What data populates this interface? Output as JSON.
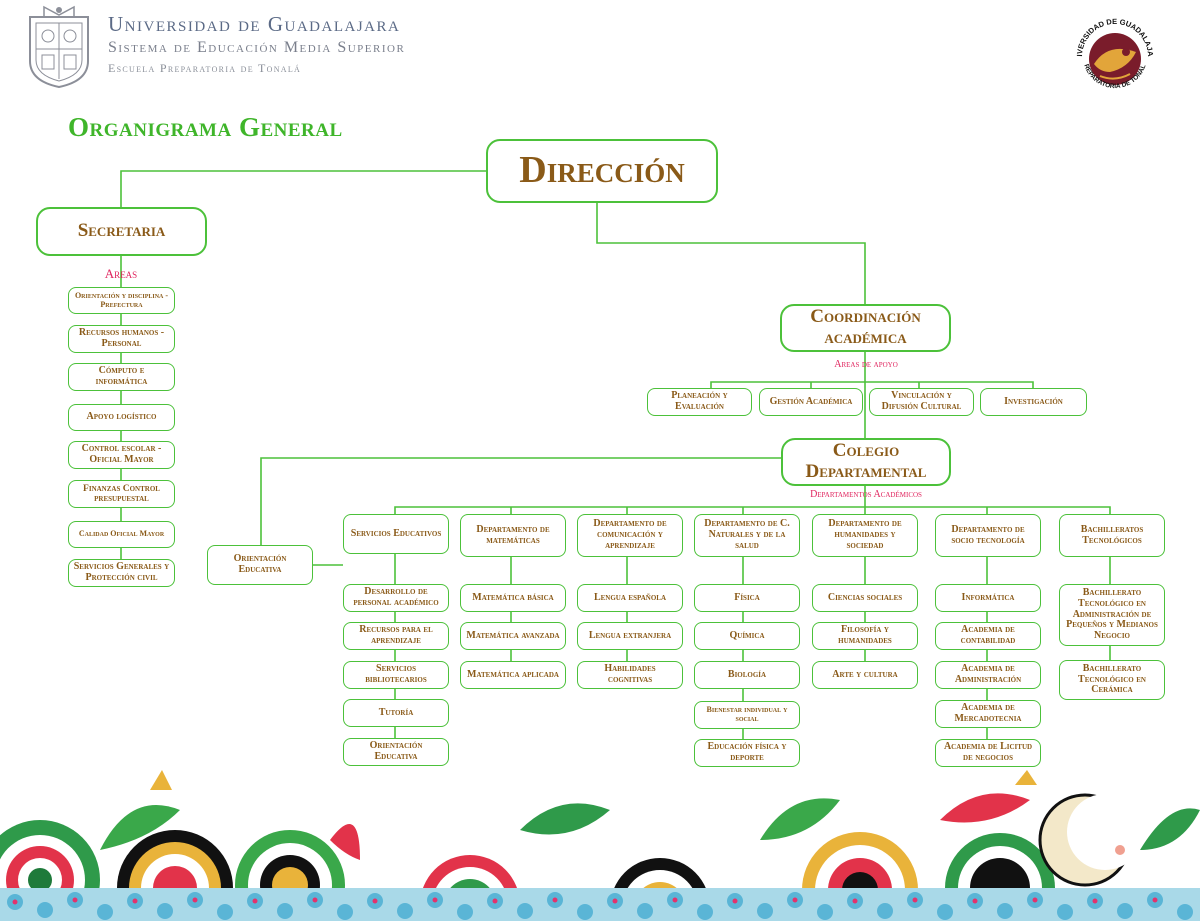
{
  "header": {
    "university": "Universidad de Guadalajara",
    "system": "Sistema de Educación Media Superior",
    "school": "Escuela Preparatoria de Tonalá",
    "seal_top_text": "UNIVERSIDAD DE GUADALAJARA",
    "seal_bottom_text": "PREPARATORIA DE TONALÁ"
  },
  "title": "Organigrama General",
  "direccion": "Dirección",
  "secretaria": {
    "label": "Secretaria",
    "areas_label": "Areas",
    "areas": [
      "Orientación y disciplina - Prefectura",
      "Recursos humanos - Personal",
      "Cómputo e informática",
      "Apoyo logístico",
      "Control escolar - Oficial Mayor",
      "Finanzas Control presupuestal",
      "Calidad Oficial Mayor",
      "Servicios Generales y Protección civil"
    ]
  },
  "coordinacion": {
    "label": "Coordinación académica",
    "support_label": "Areas de apoyo",
    "support_areas": [
      "Planeación y Evaluación",
      "Gestión Académica",
      "Vinculación y Difusión Cultural",
      "Investigación"
    ]
  },
  "colegio": {
    "label": "Colegio Departamental",
    "departments_label": "Departamentos Académicos",
    "orientacion": "Orientación Educativa",
    "departments": [
      {
        "name": "Servicios Educativos",
        "items": [
          "Desarrollo de personal académico",
          "Recursos para el aprendizaje",
          "Servicios bibliotecarios",
          "Tutoría",
          "Orientación Educativa"
        ]
      },
      {
        "name": "Departamento de matemáticas",
        "items": [
          "Matemática básica",
          "Matemática avanzada",
          "Matemática aplicada"
        ]
      },
      {
        "name": "Departamento de comunicación y aprendizaje",
        "items": [
          "Lengua española",
          "Lengua extranjera",
          "Habilidades cognitivas"
        ]
      },
      {
        "name": "Departamento de C. Naturales y de la salud",
        "items": [
          "Física",
          "Química",
          "Biología",
          "Bienestar individual y social",
          "Educación física y deporte"
        ]
      },
      {
        "name": "Departamento de humanidades y sociedad",
        "items": [
          "Ciencias sociales",
          "Filosofía y humanidades",
          "Arte y cultura"
        ]
      },
      {
        "name": "Departamento de socio tecnología",
        "items": [
          "Informática",
          "Academia de contabilidad",
          "Academia de Administración",
          "Academia de Mercadotecnia",
          "Academia de Licitud de negocios"
        ]
      },
      {
        "name": "Bachilleratos Tecnológicos",
        "items": [
          "Bachillerato Tecnológico en Administración de Pequeños y Medianos Negocio",
          "Bachillerato Tecnológico en Cerámica"
        ]
      }
    ]
  },
  "colors": {
    "box_border": "#4cc13a",
    "box_text": "#8a5a18",
    "title": "#3fb52a",
    "section_label": "#e0245e",
    "header_text": "#5b6a86"
  }
}
